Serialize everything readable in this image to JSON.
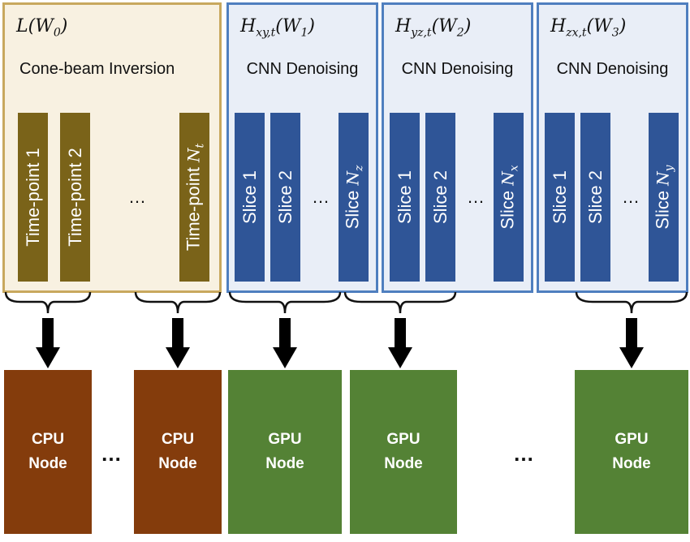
{
  "panels": [
    {
      "id": "p0",
      "title_main": "L",
      "title_sub": "",
      "title_arg": "W",
      "title_arg_sub": "0",
      "subtitle": "Cone-beam Inversion",
      "bars": [
        "Time-point 1",
        "Time-point 2"
      ],
      "last_bar_prefix": "Time-point ",
      "last_bar_var": "N",
      "last_bar_var_sub": "t"
    },
    {
      "id": "p1",
      "title_main": "H",
      "title_sub": "xy,t",
      "title_arg": "W",
      "title_arg_sub": "1",
      "subtitle": "CNN Denoising",
      "bars": [
        "Slice 1",
        "Slice 2"
      ],
      "last_bar_prefix": "Slice ",
      "last_bar_var": "N",
      "last_bar_var_sub": "z"
    },
    {
      "id": "p2",
      "title_main": "H",
      "title_sub": "yz,t",
      "title_arg": "W",
      "title_arg_sub": "2",
      "subtitle": "CNN Denoising",
      "bars": [
        "Slice 1",
        "Slice 2"
      ],
      "last_bar_prefix": "Slice ",
      "last_bar_var": "N",
      "last_bar_var_sub": "x"
    },
    {
      "id": "p3",
      "title_main": "H",
      "title_sub": "zx,t",
      "title_arg": "W",
      "title_arg_sub": "3",
      "subtitle": "CNN Denoising",
      "bars": [
        "Slice 1",
        "Slice 2"
      ],
      "last_bar_prefix": "Slice ",
      "last_bar_var": "N",
      "last_bar_var_sub": "y"
    }
  ],
  "ellipsis": "…",
  "nodes": [
    {
      "line1": "CPU",
      "line2": "Node"
    },
    {
      "line1": "CPU",
      "line2": "Node"
    },
    {
      "line1": "GPU",
      "line2": "Node"
    },
    {
      "line1": "GPU",
      "line2": "Node"
    },
    {
      "line1": "GPU",
      "line2": "Node"
    }
  ],
  "node_ellipsis": "…",
  "colors": {
    "cpu_panel_border": "#c8a85e",
    "cpu_panel_fill": "#f8f1e1",
    "gpu_panel_border": "#4f7fbf",
    "gpu_panel_fill": "#e9eef7",
    "timepoint_bar": "#7a6319",
    "slice_bar": "#2f5597",
    "cpu_node": "#843c0c",
    "gpu_node": "#548235"
  }
}
